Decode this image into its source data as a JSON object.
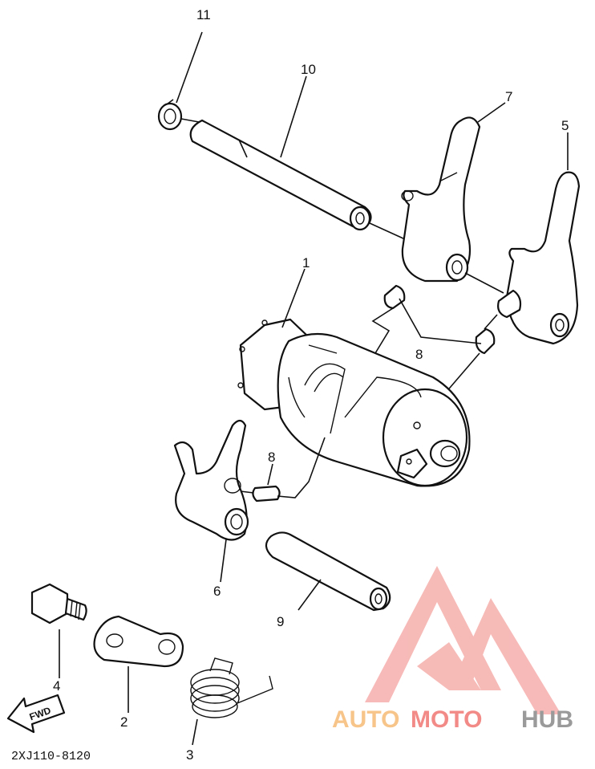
{
  "diagram": {
    "part_labels": {
      "p1": "1",
      "p2": "2",
      "p3": "3",
      "p4": "4",
      "p5": "5",
      "p6": "6",
      "p7": "7",
      "p8a": "8",
      "p8b": "8",
      "p9": "9",
      "p10": "10",
      "p11": "11"
    },
    "fwd_label": "FWD",
    "diagram_code": "2XJ110-8120"
  },
  "watermark": {
    "part_a": "AUTO",
    "part_b": "MOTO",
    "part_c": "HUB",
    "colors": {
      "auto": "#f7c48a",
      "moto": "#f28b87",
      "hub": "#9a9a9a",
      "logo": "#f28b87"
    }
  }
}
